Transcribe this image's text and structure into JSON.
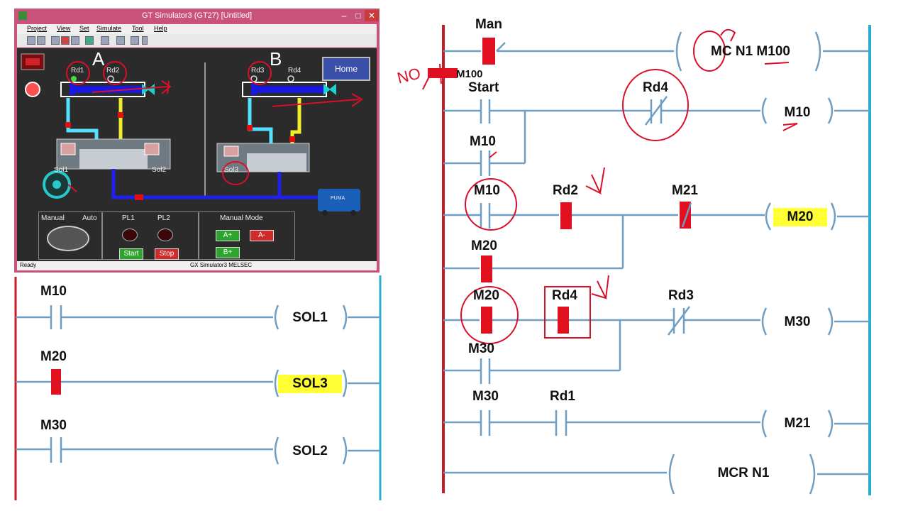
{
  "window": {
    "title": "GT Simulator3 (GT27)  [Untitled]",
    "menu": [
      "Project",
      "View",
      "Set",
      "Simulate",
      "Tool",
      "Help"
    ],
    "status_left": "Ready",
    "status_center": "GX Simulator3   MELSEC"
  },
  "screen": {
    "cylinder_a": "A",
    "cylinder_b": "B",
    "home_button": "Home",
    "sensors": [
      "Rd1",
      "Rd2",
      "Rd3",
      "Rd4"
    ],
    "solenoids": [
      "Sol1",
      "Sol2",
      "Sol3"
    ],
    "mode_manual": "Manual",
    "mode_auto": "Auto",
    "pilot_lamps": [
      "PL1",
      "PL2"
    ],
    "start_button": "Start",
    "stop_button": "Stop",
    "manual_mode_title": "Manual Mode",
    "a_plus": "A+",
    "a_minus": "A-",
    "b_plus": "B+",
    "compressor_brand": "PUMA"
  },
  "annotation": {
    "no_note": "NO"
  },
  "ladder_right": {
    "rung1": {
      "contact": "Man",
      "coil": "MC  N1  M100"
    },
    "mc_contact": "M100",
    "rung2": {
      "contact": "Start",
      "contact2": "Rd4",
      "coil": "M10",
      "branch": "M10"
    },
    "rung3": {
      "contact": "M10",
      "contact2": "Rd2",
      "contact3": "M21",
      "coil": "M20",
      "branch": "M20"
    },
    "rung4": {
      "contact": "M20",
      "contact2": "Rd4",
      "contact3": "Rd3",
      "coil": "M30",
      "branch": "M30"
    },
    "rung5": {
      "contact": "M30",
      "contact2": "Rd1",
      "coil": "M21"
    },
    "rung6": {
      "coil": "MCR  N1"
    }
  },
  "ladder_left": {
    "rung1": {
      "contact": "M10",
      "coil": "SOL1"
    },
    "rung2": {
      "contact": "M20",
      "coil": "SOL3"
    },
    "rung3": {
      "contact": "M30",
      "coil": "SOL2"
    }
  },
  "colors": {
    "left_rail": "#c41a2a",
    "right_rail": "#2aafcf",
    "wire": "#6e9ec4",
    "active_contact": "#e0101f",
    "highlight": "#ffff33",
    "ink": "#d8102a"
  }
}
